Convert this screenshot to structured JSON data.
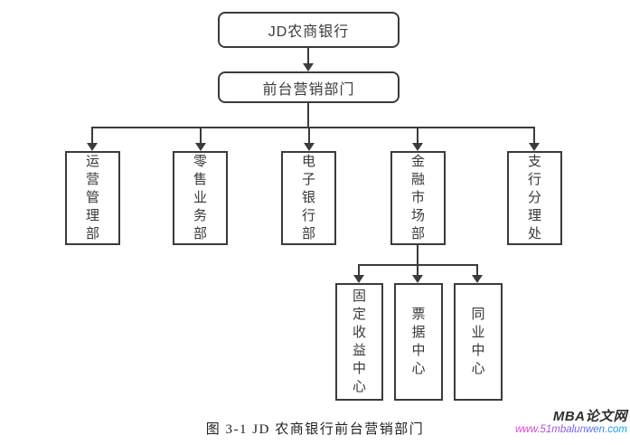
{
  "org_chart": {
    "root": {
      "label": "JD农商银行"
    },
    "front_office": {
      "label": "前台营销部门"
    },
    "departments": [
      {
        "label": "运营管理部"
      },
      {
        "label": "零售业务部"
      },
      {
        "label": "电子银行部"
      },
      {
        "label": "金融市场部"
      },
      {
        "label": "支行分理处"
      }
    ],
    "centers": [
      {
        "label": "固定收益中心"
      },
      {
        "label": "票据中心"
      },
      {
        "label": "同业中心"
      }
    ]
  },
  "caption": "图 3-1 JD 农商银行前台营销部门",
  "watermark": {
    "site_name": "MBA论文网",
    "site_url": "www.51mbalunwen.com"
  },
  "colors": {
    "line": "#3b3b3b",
    "node_border": "#3b3b3b",
    "node_text": "#3a3a3a",
    "caption_text": "#1f1f1f",
    "watermark_title": "#2e2e2e",
    "url_gradient_start": "#ee3ac6",
    "url_gradient_end": "#00a9f4"
  }
}
